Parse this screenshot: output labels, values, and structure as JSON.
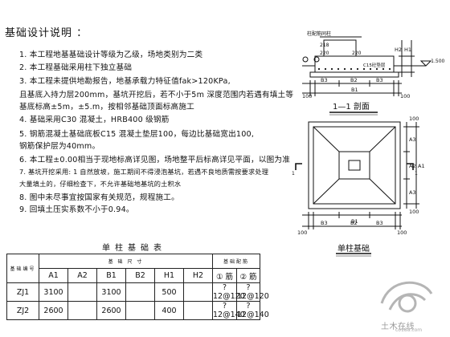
{
  "notes": {
    "title": "基础设计说明 ：",
    "items": [
      "1. 本工程地基基础设计等级为乙级，场地类别为二类",
      "2. 本工程基础采用柱下独立基础",
      "3. 本工程未提供地勘报告，地基承载力特征值fak>120KPa,",
      "   且基底入持力层200mm，基坑开挖后，若不小于5m 深度范围内若遇有填土等",
      "   基底标高±5m，±5.m，按相邻基础顶面标高施工",
      "4. 基础采用C30 混凝土，HRB400 级钢筋",
      "5. 钢筋混凝土基础底板C15 混凝土垫层100，每边比基础宽出100,",
      "   钢筋保护层为40mm。",
      "6. 本工程±0.00相当于现地标高详见图，场地整平后标高详见平面，以图为准",
      "7. 基坑开挖采用:  1 自然放坡，施工期间不得浸泡基坑，若遇不良地质需按要求处理",
      "   大量填土的，仔细检查下，不允许基础地基坑的土积水",
      "8. 图中未尽事宜按国家有关规范，规程施工。",
      "9. 回填土压实系数不小于0.94。"
    ]
  },
  "table": {
    "title": "单柱基础表",
    "header_group_dims": "基 础 尺 寸",
    "header_group_rebar": "基础配筋",
    "header_id": "基础编号",
    "columns": [
      "A1",
      "A2",
      "B1",
      "B2",
      "H1",
      "H2"
    ],
    "rebar_cols": [
      "①",
      "②"
    ],
    "rebar_suffix": "筋",
    "rows": [
      {
        "id": "ZJ1",
        "A1": "3100",
        "A2": "",
        "B1": "3100",
        "B2": "",
        "H1": "500",
        "H2": "",
        "r1": "?12@120",
        "r2": "?12@120"
      },
      {
        "id": "ZJ2",
        "A1": "2600",
        "A2": "",
        "B1": "2600",
        "B2": "",
        "H1": "400",
        "H2": "",
        "r1": "?12@140",
        "r2": "?12@140"
      }
    ]
  },
  "section": {
    "title": "1—1 剖面",
    "labels": {
      "top_note": "柱配筋同柱",
      "dim_218": "218",
      "dim_220a": "220",
      "dim_220b": "220",
      "concrete": "C15砼垫层",
      "level": "-1.500",
      "h1": "H1",
      "h2": "H2",
      "b3_left": "B3",
      "b3_right": "B3",
      "b2": "B2",
      "b1": "B1",
      "d100_left": "100",
      "d100_right": "100"
    }
  },
  "plan": {
    "title": "单柱基础",
    "labels": {
      "a3_top": "A3",
      "a2": "A2",
      "a1": "A1",
      "a3_bot": "A3",
      "b3_left": "B3",
      "b3_right": "B3",
      "b2": "B2",
      "b1": "B1",
      "d100_left": "100",
      "d100_right": "100",
      "d100_top": "100",
      "d100_bottom": "100",
      "cut_left": "1",
      "cut_right": "1"
    }
  },
  "watermark": {
    "text": "土木在线",
    "url": "co188.com"
  },
  "colors": {
    "ink": "#111111",
    "watermark": "#9a9a9a"
  }
}
